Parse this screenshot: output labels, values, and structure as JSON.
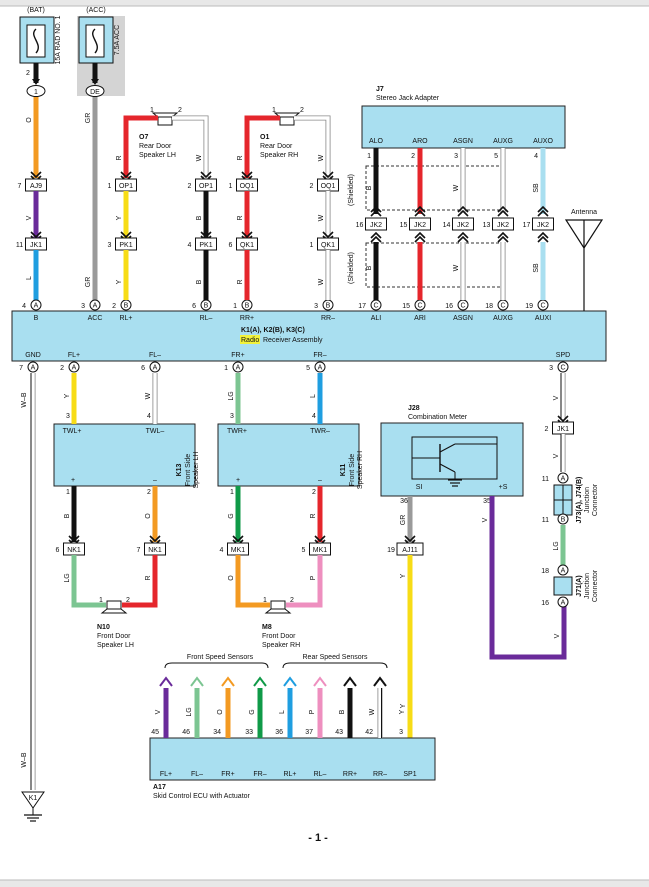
{
  "fuses": {
    "bat": {
      "supply": "(BAT)",
      "name": "15A RAD NO. 1"
    },
    "acc": {
      "supply": "(ACC)",
      "name": "7.5A ACC"
    }
  },
  "components": {
    "J7": {
      "id": "J7",
      "name": "Stereo Jack Adapter"
    },
    "O7": {
      "id": "O7",
      "name_l1": "Rear Door",
      "name_l2": "Speaker LH"
    },
    "O1": {
      "id": "O1",
      "name_l1": "Rear Door",
      "name_l2": "Speaker RH"
    },
    "K1": {
      "id": "K1(A), K2(B), K3(C)",
      "name_hl": "Radio",
      "name_rest": "Receiver Assembly"
    },
    "K13": {
      "id": "K13",
      "name_l1": "Front Side",
      "name_l2": "Speaker LH"
    },
    "K11": {
      "id": "K11",
      "name_l1": "Front Side",
      "name_l2": "Speaker RH"
    },
    "J28": {
      "id": "J28",
      "name": "Combination Meter"
    },
    "N10": {
      "id": "N10",
      "name_l1": "Front Door",
      "name_l2": "Speaker LH"
    },
    "M8": {
      "id": "M8",
      "name_l1": "Front Door",
      "name_l2": "Speaker RH"
    },
    "A17": {
      "id": "A17",
      "name": "Skid Control ECU with Actuator"
    },
    "J73": {
      "id": "J73(A), J74(B)",
      "name_l1": "Junction",
      "name_l2": "Connector"
    },
    "J71": {
      "id": "J71(A)",
      "name_l1": "Junction",
      "name_l2": "Connector"
    },
    "antenna": {
      "name": "Antenna"
    },
    "K1gnd": {
      "id": "K1"
    }
  },
  "shielded": "(Shielded)",
  "labels": {
    "front_speed_sensors": "Front Speed Sensors",
    "rear_speed_sensors": "Rear Speed Sensors",
    "page_number": "- 1 -"
  },
  "radio_top_pins": [
    {
      "num": "4",
      "letter": "A",
      "name": "B"
    },
    {
      "num": "3",
      "letter": "A",
      "name": "ACC"
    },
    {
      "num": "2",
      "letter": "B",
      "name": "RL+"
    },
    {
      "num": "6",
      "letter": "B",
      "name": "RL–"
    },
    {
      "num": "1",
      "letter": "B",
      "name": "RR+"
    },
    {
      "num": "3",
      "letter": "B",
      "name": "RR–"
    },
    {
      "num": "17",
      "letter": "C",
      "name": "ALI"
    },
    {
      "num": "15",
      "letter": "C",
      "name": "ARI"
    },
    {
      "num": "16",
      "letter": "C",
      "name": "ASGN"
    },
    {
      "num": "18",
      "letter": "C",
      "name": "AUXG"
    },
    {
      "num": "19",
      "letter": "C",
      "name": "AUXI"
    }
  ],
  "radio_bottom_pins": [
    {
      "num": "7",
      "letter": "A",
      "name": "GND"
    },
    {
      "num": "2",
      "letter": "A",
      "name": "FL+"
    },
    {
      "num": "6",
      "letter": "A",
      "name": "FL–"
    },
    {
      "num": "1",
      "letter": "A",
      "name": "FR+"
    },
    {
      "num": "5",
      "letter": "A",
      "name": "FR–"
    },
    {
      "num": "3",
      "letter": "C",
      "name": "SPD"
    }
  ],
  "j7_pins": [
    {
      "name": "ALO",
      "num": "1"
    },
    {
      "name": "ARO",
      "num": "2"
    },
    {
      "name": "ASGN",
      "num": "3"
    },
    {
      "name": "AUXG",
      "num": "5"
    },
    {
      "name": "AUXO",
      "num": "4"
    }
  ],
  "inline_connectors": [
    {
      "pin": "2",
      "label": "1",
      "style": "round"
    },
    {
      "pin": "",
      "label": "DE",
      "style": "round"
    },
    {
      "pin": "7",
      "label": "AJ9"
    },
    {
      "pin": "11",
      "label": "JK1"
    },
    {
      "pin": "1",
      "label": "OP1"
    },
    {
      "pin": "3",
      "label": "PK1"
    },
    {
      "pin": "2",
      "label": "OP1"
    },
    {
      "pin": "4",
      "label": "PK1"
    },
    {
      "pin": "1",
      "label": "OQ1"
    },
    {
      "pin": "6",
      "label": "QK1"
    },
    {
      "pin": "2",
      "label": "OQ1"
    },
    {
      "pin": "1",
      "label": "QK1"
    },
    {
      "pin": "16",
      "label": "JK2"
    },
    {
      "pin": "15",
      "label": "JK2"
    },
    {
      "pin": "14",
      "label": "JK2"
    },
    {
      "pin": "13",
      "label": "JK2"
    },
    {
      "pin": "17",
      "label": "JK2"
    },
    {
      "pin": "2",
      "label": "JK1"
    },
    {
      "pin": "6",
      "label": "NK1"
    },
    {
      "pin": "7",
      "label": "NK1"
    },
    {
      "pin": "4",
      "label": "MK1"
    },
    {
      "pin": "5",
      "label": "MK1"
    },
    {
      "pin": "19",
      "label": "AJ11"
    }
  ],
  "wire_colors": {
    "bat": "O",
    "acc": "GR",
    "jk1": "L",
    "aj9": "V",
    "rl_plus_a": "R",
    "rl_plus_b": "Y",
    "rl_plus_c": "Y",
    "rl_minus_a": "W",
    "rl_minus_b": "B",
    "rl_minus_c": "B",
    "rr_plus_a": "R",
    "rr_plus_b": "R",
    "rr_plus_c": "R",
    "rr_minus_a": "W",
    "rr_minus_b": "W",
    "rr_minus_c": "W",
    "alo_a": "B",
    "alo_b": "B",
    "aro_a": "W",
    "aro_b": "W",
    "auxo_a": "SB",
    "auxo_b": "SB",
    "gnd": "W–B",
    "fl_plus": "Y",
    "fl_minus": "W",
    "fr_plus": "LG",
    "fr_minus": "L",
    "k13_plus": "B",
    "k13_minus": "O",
    "k11_plus": "G",
    "k11_minus": "R",
    "n10_plus": "LG",
    "n10_minus": "R",
    "m8_plus": "O",
    "m8_minus": "P",
    "spd": "V",
    "spd2": "LG",
    "spd3": "V",
    "si": "GR",
    "si2": "Y",
    "plus_s": "V",
    "s_fl_plus": "V",
    "s_fl_minus": "LG",
    "s_fr_plus": "O",
    "s_fr_minus": "G",
    "s_rl_plus": "L",
    "s_rl_minus": "P",
    "s_rr_plus": "B",
    "s_rr_minus": "W",
    "sp1": "Y"
  },
  "speaker_pins": {
    "k13": {
      "p1": "TWL+",
      "p2": "TWL–",
      "n1": "3",
      "n2": "4",
      "b1": "1",
      "b2": "2",
      "s1": "+",
      "s2": "–"
    },
    "k11": {
      "p1": "TWR+",
      "p2": "TWR–",
      "n1": "3",
      "n2": "4",
      "b1": "1",
      "b2": "2",
      "s1": "+",
      "s2": "–"
    },
    "o7": {
      "n1": "1",
      "n2": "2"
    },
    "o1": {
      "n1": "1",
      "n2": "2"
    },
    "n10": {
      "n1": "1",
      "n2": "2"
    },
    "m8": {
      "n1": "1",
      "n2": "2"
    }
  },
  "meter_pins": {
    "si": "SI",
    "plus_s": "+S",
    "n_si": "36",
    "n_plus_s": "35"
  },
  "junction_pins": {
    "j73_a": "11",
    "j73_a_letter": "A",
    "j73_b": "11",
    "j73_b_letter": "B",
    "j71_a": "18",
    "j71_a_letter": "A",
    "j71_b": "16",
    "j71_b_letter": "A"
  },
  "ecu_pins": [
    {
      "num": "45",
      "name": "FL+"
    },
    {
      "num": "46",
      "name": "FL–"
    },
    {
      "num": "34",
      "name": "FR+"
    },
    {
      "num": "33",
      "name": "FR–"
    },
    {
      "num": "36",
      "name": "RL+"
    },
    {
      "num": "37",
      "name": "RL–"
    },
    {
      "num": "43",
      "name": "RR+"
    },
    {
      "num": "42",
      "name": "RR–"
    },
    {
      "num": "3",
      "name": "SP1"
    }
  ],
  "colors": {
    "orange": "#f39a22",
    "gray": "#9a9a9a",
    "blue": "#1f9ee0",
    "purple": "#6a2b9a",
    "red": "#e5262c",
    "yellow": "#f7dc16",
    "black": "#111111",
    "white": "#ffffff",
    "lightgreen": "#7cc592",
    "green": "#109a48",
    "pink": "#ee8fbf",
    "skyblue": "#a9dff0",
    "box": "#a9dff0"
  }
}
